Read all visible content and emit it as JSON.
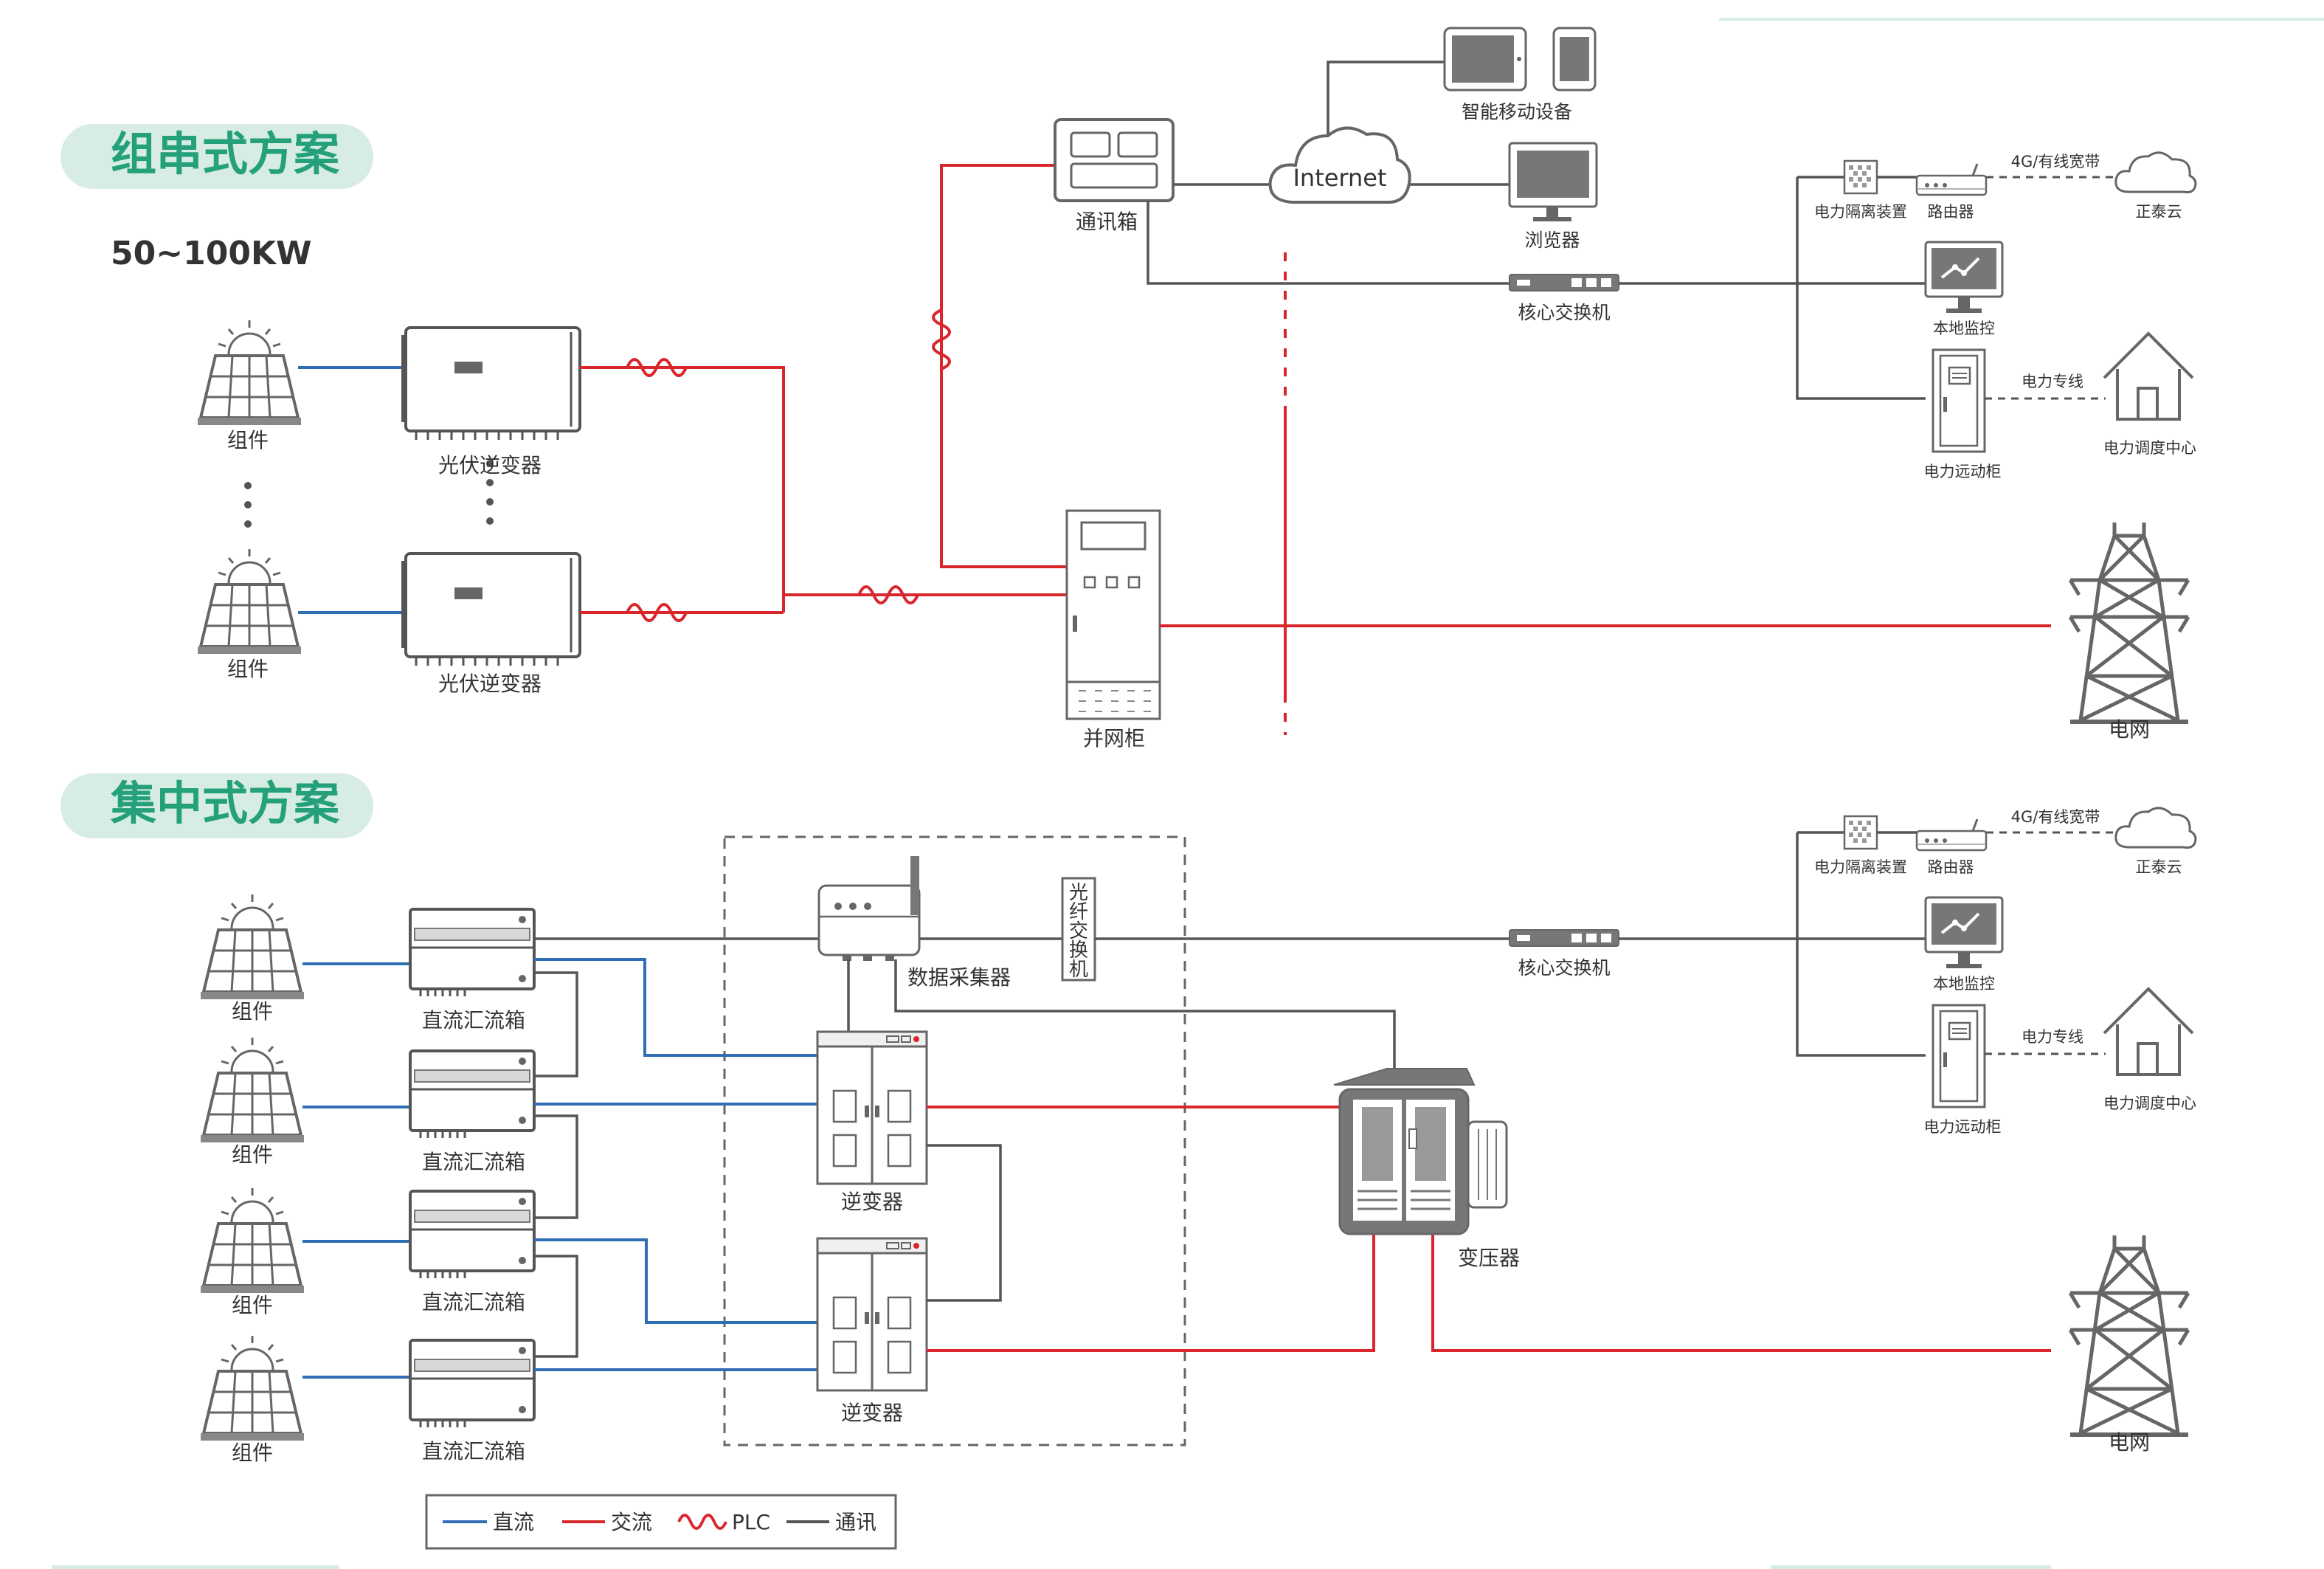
{
  "sections": {
    "string": {
      "title": "组串式方案",
      "power": "50~100KW"
    },
    "central": {
      "title": "集中式方案"
    }
  },
  "labels": {
    "module": "组件",
    "pv_inverter": "光伏逆变器",
    "comm_box": "通讯箱",
    "internet": "Internet",
    "smart_mobile": "智能移动设备",
    "browser": "浏览器",
    "grid_cabinet": "并网柜",
    "core_switch": "核心交换机",
    "isolation": "电力隔离装置",
    "router": "路由器",
    "broadband": "4G/有线宽带",
    "cloud": "正泰云",
    "local_monitor": "本地监控",
    "power_line": "电力专线",
    "remote_cabinet": "电力远动柜",
    "dispatch_center": "电力调度中心",
    "grid": "电网",
    "combiner": "直流汇流箱",
    "data_collector": "数据采集器",
    "fiber_switch": "光纤交换机",
    "inverter": "逆变器",
    "transformer": "变压器"
  },
  "legend": {
    "dc": "直流",
    "ac": "交流",
    "plc": "PLC",
    "comm": "通讯"
  },
  "colors": {
    "dc": "#2f6db4",
    "ac": "#d8262c",
    "comm": "#555555",
    "accent": "#24a07a",
    "pill": "#d7ece3"
  }
}
